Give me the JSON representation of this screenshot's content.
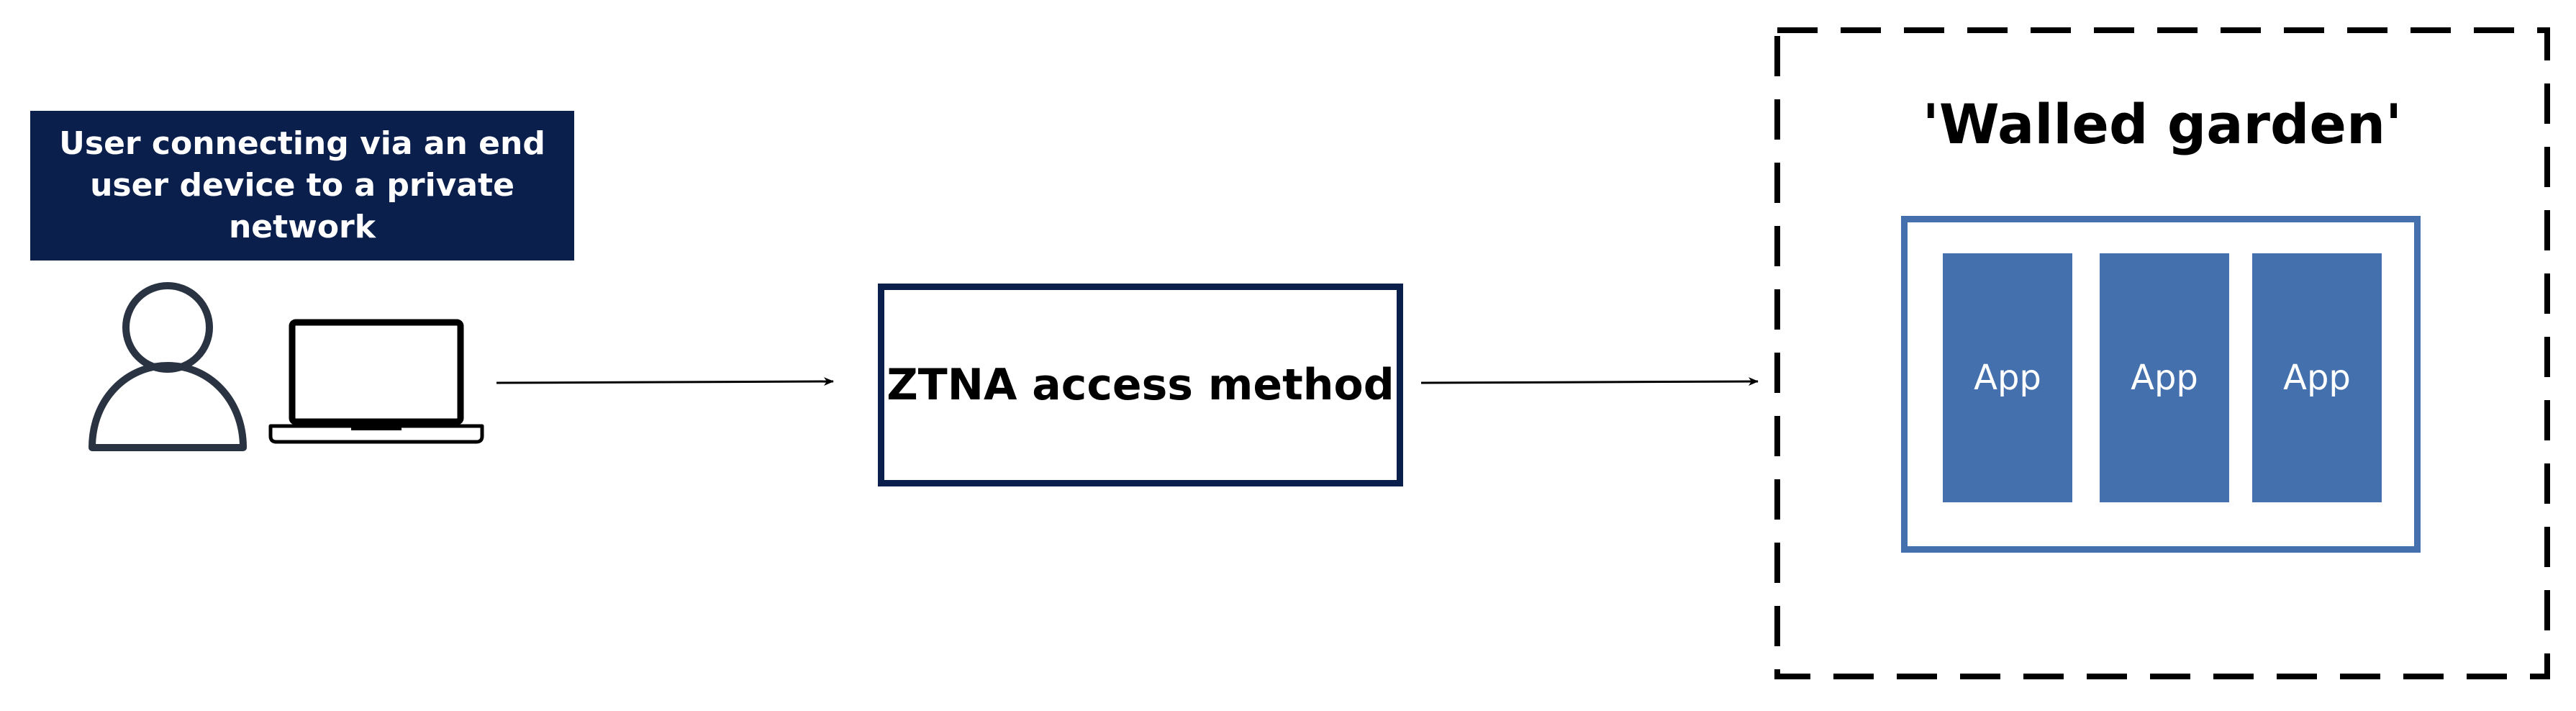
{
  "user": {
    "label": "User connecting via an end user device to a private network"
  },
  "ztna": {
    "label": "ZTNA access method"
  },
  "garden": {
    "title": "'Walled garden'",
    "apps": [
      "App",
      "App",
      "App"
    ]
  },
  "colors": {
    "navy": "#0b1f4d",
    "app_blue": "#4470ad",
    "icon_stroke": "#2a3342"
  },
  "icons": [
    "person-icon",
    "laptop-icon"
  ]
}
